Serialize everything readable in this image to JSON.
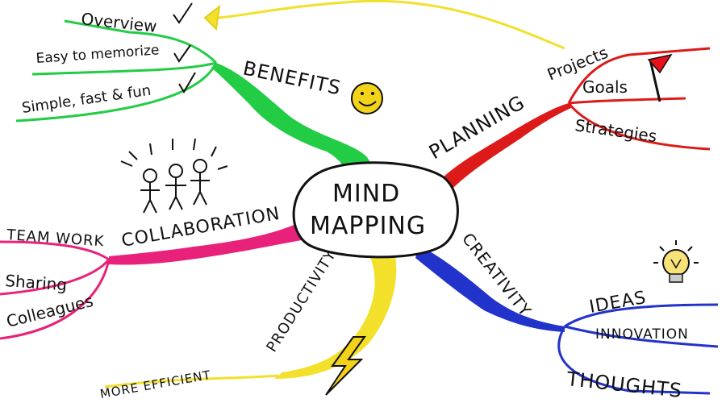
{
  "center": {
    "line1": "MIND",
    "line2": "MAPPING"
  },
  "branches": {
    "benefits": {
      "label": "BENEFITS",
      "color": "#22cc44",
      "items": [
        "Overview",
        "Easy to memorize",
        "Simple, fast & fun"
      ]
    },
    "planning": {
      "label": "PLANNING",
      "color": "#dd1a1a",
      "items": [
        "Projects",
        "Goals",
        "Strategies"
      ]
    },
    "collaboration": {
      "label": "COLLABORATION",
      "color": "#e8227a",
      "items": [
        "TEAM WORK",
        "Sharing",
        "Colleagues"
      ]
    },
    "creativity": {
      "label": "CREATIVITY",
      "color": "#2233cc",
      "items": [
        "IDEAS",
        "INNOVATION",
        "THOUGHTS"
      ]
    },
    "productivity": {
      "label": "PRODUCTIVITY",
      "color": "#f2e02a",
      "items": [
        "MORE EFFICIENT"
      ]
    }
  },
  "connector_color": "#f2e02a",
  "icons": [
    "smiley-icon",
    "flag-icon",
    "people-icon",
    "lightbulb-icon",
    "lightning-icon",
    "checkmark-icon"
  ]
}
